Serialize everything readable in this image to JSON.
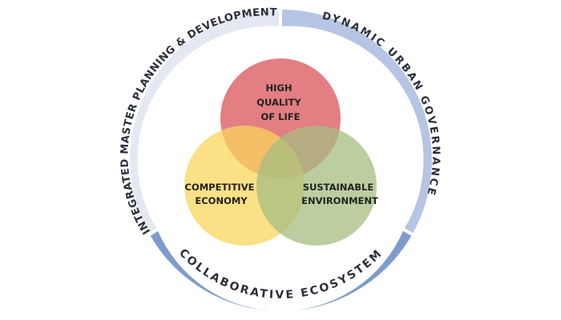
{
  "diagram": {
    "circles": {
      "top": {
        "lines": [
          "HIGH",
          "QUALITY",
          "OF LIFE"
        ],
        "color": "#d9535a"
      },
      "left": {
        "lines": [
          "COMPETITIVE",
          "ECONOMY"
        ],
        "color": "#f9d65e"
      },
      "right": {
        "lines": [
          "SUSTAINABLE",
          "ENVIRONMENT"
        ],
        "color": "#a6bd80"
      }
    },
    "ring": {
      "left_segment": {
        "label": "INTEGRATED MASTER PLANNING & DEVELOPMENT",
        "color": "#e4e8f3"
      },
      "right_segment": {
        "label": "DYNAMIC URBAN GOVERNANCE",
        "color": "#b6c5e4"
      },
      "bottom_segment": {
        "label": "COLLABORATIVE ECOSYSTEM",
        "color": "#7d9ccd"
      }
    }
  }
}
